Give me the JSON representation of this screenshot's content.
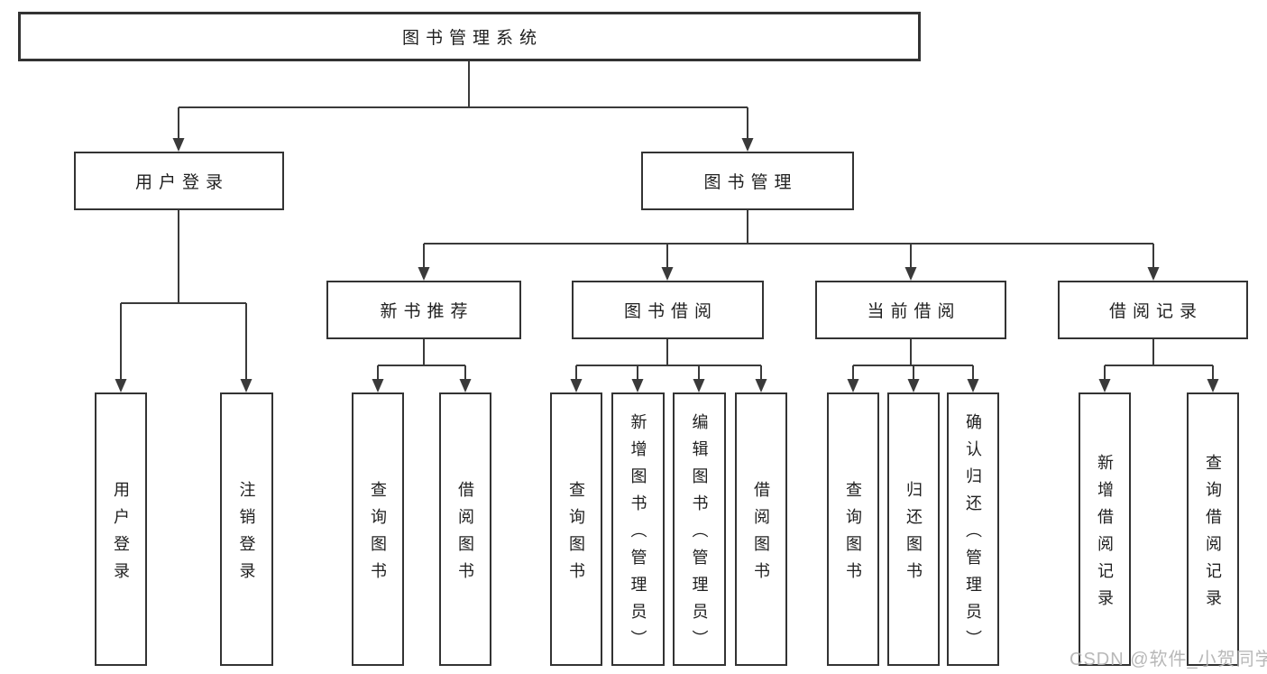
{
  "diagram": {
    "type": "hierarchy-tree",
    "root": {
      "label": "图书管理系统"
    },
    "branches": [
      {
        "label": "用户登录",
        "children": [
          {
            "label": "用户登录"
          },
          {
            "label": "注销登录"
          }
        ]
      },
      {
        "label": "图书管理",
        "sections": [
          {
            "label": "新书推荐",
            "children": [
              {
                "label": "查询图书"
              },
              {
                "label": "借阅图书"
              }
            ]
          },
          {
            "label": "图书借阅",
            "children": [
              {
                "label": "查询图书"
              },
              {
                "label": "新增图书（管理员）"
              },
              {
                "label": "编辑图书（管理员）"
              },
              {
                "label": "借阅图书"
              }
            ]
          },
          {
            "label": "当前借阅",
            "children": [
              {
                "label": "查询图书"
              },
              {
                "label": "归还图书"
              },
              {
                "label": "确认归还（管理员）"
              }
            ]
          },
          {
            "label": "借阅记录",
            "children": [
              {
                "label": "新增借阅记录"
              },
              {
                "label": "查询借阅记录"
              }
            ]
          }
        ]
      }
    ]
  },
  "watermark": {
    "text": "CSDN @软件_小贺同学"
  },
  "colors": {
    "background": "#ffffff",
    "line": "#3a3a3a",
    "box_border": "#333333",
    "text": "#1f1f1f",
    "watermark": "#b2b2b2"
  }
}
